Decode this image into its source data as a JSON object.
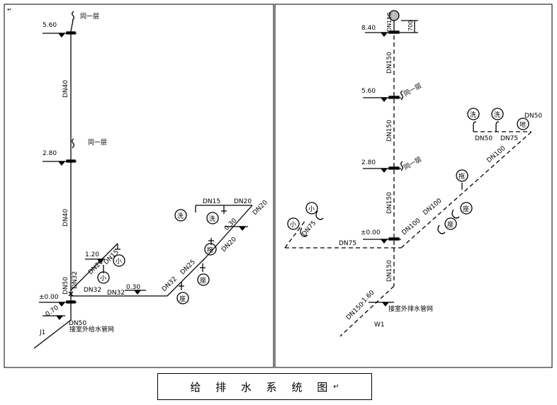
{
  "title": "给 排 水 系 统 图",
  "return_mark": "↵",
  "supply": {
    "floor_levels": [
      "5.60",
      "2.80",
      "±0.00",
      "-0.70"
    ],
    "same_floor": [
      "同一层",
      "同一层"
    ],
    "riser_pipes": [
      "DN40",
      "DN40",
      "DN50"
    ],
    "riser_code": "J1",
    "inlet_pipe": "DN50",
    "inlet_note": "接室外给水管网",
    "branch_low": [
      "DN32",
      "DN32",
      "DN32",
      "DN32"
    ],
    "branch_low_slope": "0.30",
    "branch_left": [
      "DN20",
      "DN15"
    ],
    "branch_left_slope": "1.20",
    "branch_right": [
      "DN25",
      "DN20",
      "DN20",
      "DN15",
      "DN20"
    ],
    "branch_right_slope": "0.30",
    "fixtures": [
      "洗",
      "洗",
      "拖",
      "座",
      "座",
      "小"
    ],
    "fixture_small": "小"
  },
  "drainage": {
    "floor_levels": [
      "8.40",
      "5.60",
      "2.80",
      "±0.00",
      "-1.60"
    ],
    "vent_height": "700",
    "same_floor": [
      "同一层",
      "同一层"
    ],
    "stack_pipes": [
      "DN150",
      "DN150",
      "DN150",
      "DN150",
      "DN150",
      "DN150"
    ],
    "stack_code": "W1",
    "outlet_note": "接室外排水管网",
    "branch_left": [
      "DN75",
      "DN75"
    ],
    "branch_right": [
      "DN100",
      "DN100",
      "DN100",
      "DN50",
      "DN75",
      "DN50"
    ],
    "fixtures": [
      "洗",
      "洗",
      "地",
      "拖",
      "座",
      "座",
      "小",
      "小"
    ]
  }
}
